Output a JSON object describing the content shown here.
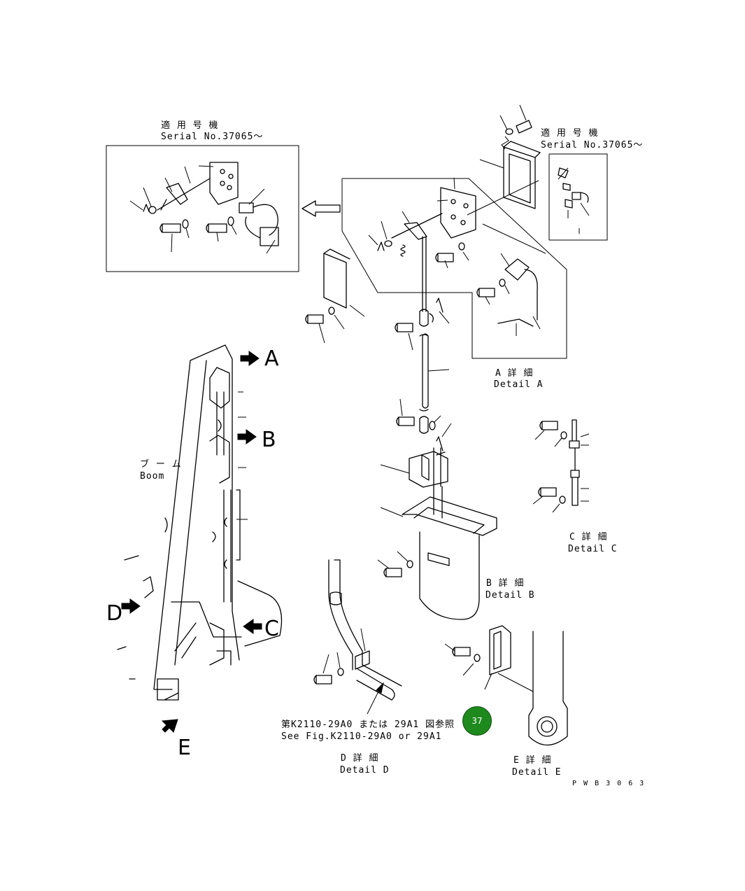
{
  "labels": {
    "serial_top_left_ja": "適 用 号 機",
    "serial_top_left": "Serial No.37065～",
    "serial_top_right_ja": "適 用 号 機",
    "serial_top_right": "Serial No.37065～",
    "detail_a_ja": "A 詳 細",
    "detail_a": "Detail A",
    "detail_b_ja": "B 詳 細",
    "detail_b": "Detail B",
    "detail_c_ja": "C 詳 細",
    "detail_c": "Detail C",
    "detail_d_ja": "D 詳 細",
    "detail_d": "Detail D",
    "detail_e_ja": "E 詳 細",
    "detail_e": "Detail E",
    "boom_ja": "ブ ー ム",
    "boom": "Boom",
    "ref_ja": "第K2110-29A0 または 29A1 図参照",
    "ref_en": "See Fig.K2110-29A0 or 29A1",
    "drawing_code": "P W B 3 0 6 3",
    "page_number": "37"
  },
  "arrows": {
    "a": "A",
    "b": "B",
    "c": "C",
    "d": "D",
    "e": "E"
  }
}
